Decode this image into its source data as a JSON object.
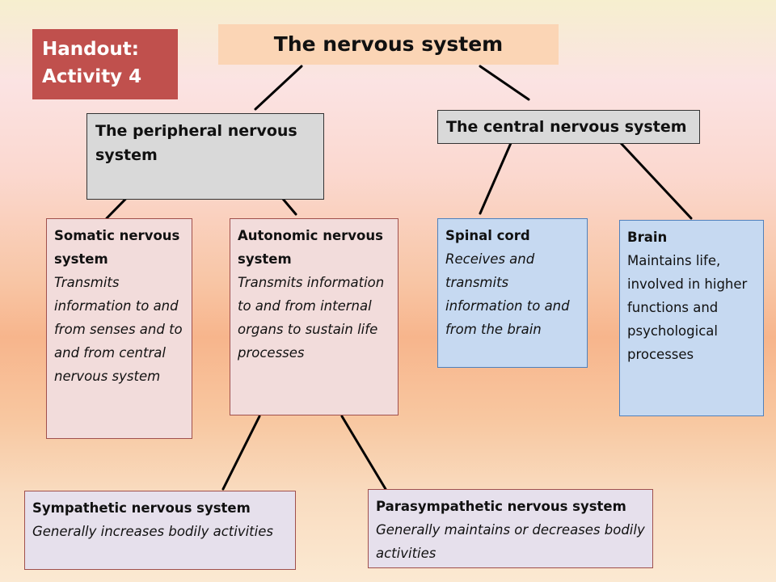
{
  "badge": {
    "line1": "Handout:",
    "line2": "Activity 4"
  },
  "title": "The nervous system",
  "peripheral": {
    "label": "The peripheral nervous system"
  },
  "central": {
    "label": "The central nervous system"
  },
  "somatic": {
    "heading": "Somatic nervous system",
    "desc": "Transmits information to and from senses and to and from central nervous system"
  },
  "autonomic": {
    "heading": "Autonomic nervous system",
    "desc": "Transmits information to and from internal organs to sustain life processes"
  },
  "spinal": {
    "heading": "Spinal cord",
    "desc": "Receives and transmits information to and from the brain"
  },
  "brain": {
    "heading": "Brain",
    "desc": "Maintains life, involved in higher functions and psychological processes"
  },
  "sympathetic": {
    "heading": "Sympathetic nervous system",
    "desc": "Generally increases bodily activities"
  },
  "parasympathetic": {
    "heading": "Parasympathetic nervous system",
    "desc": "Generally maintains or decreases bodily activities"
  },
  "colors": {
    "badge": "#c0504d",
    "title_bg": "#fbd5b5",
    "system_bg": "#d9d9d9",
    "pns_sub_bg": "#f2dcdb",
    "cns_sub_bg": "#c6d9f1",
    "autonomic_sub_bg": "#e6e0ec"
  }
}
